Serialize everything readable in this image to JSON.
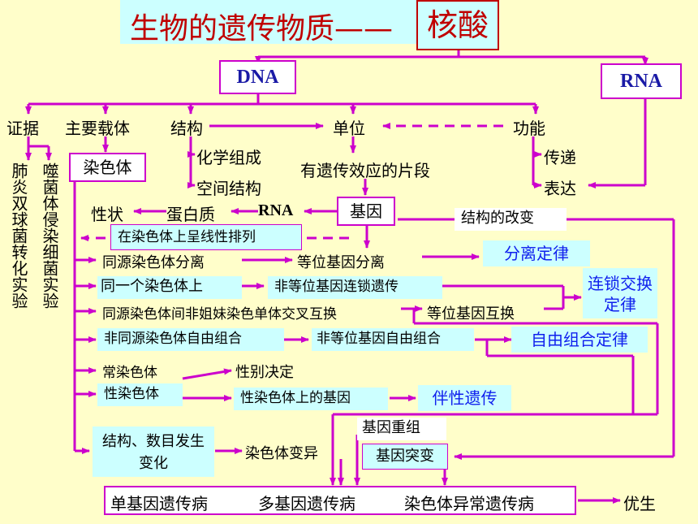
{
  "title": {
    "main": "生物的遗传物质——",
    "boxed": "核酸"
  },
  "top": {
    "dna": "DNA",
    "rna": "RNA"
  },
  "branches": {
    "evidence": "证据",
    "carrier": "主要载体",
    "structure": "结构",
    "unit": "单位",
    "function": "功能"
  },
  "evidence_items": {
    "left": "肺炎双球菌转化实验",
    "right": "噬菌体侵染细菌实验"
  },
  "chromosome": "染色体",
  "structure_items": {
    "composition": "化学组成",
    "spatial": "空间结构"
  },
  "unit_def": "有遗传效应的片段",
  "function_items": {
    "transmit": "传递",
    "express": "表达"
  },
  "gene_chain": {
    "trait": "性状",
    "protein": "蛋白质",
    "rna": "RNA",
    "gene": "基因"
  },
  "linear": "在染色体上呈线性排列",
  "structural_change": "结构的改变",
  "rows": {
    "homologous_sep": "同源染色体分离",
    "allele_sep": "等位基因分离",
    "law_sep": "分离定律",
    "same_chrom": "同一个染色体上",
    "linkage": "非等位基因连锁遗传",
    "law_linkage": "连锁交换定律",
    "crossover": "同源染色体间非姐妹染色单体交叉互换",
    "allele_exchange": "等位基因互换",
    "nonhomologous": "非同源染色体自由组合",
    "free_comb": "非等位基因自由组合",
    "law_free": "自由组合定律",
    "autosome": "常染色体",
    "sex_determination": "性别决定",
    "sex_chrom": "性染色体",
    "sex_gene": "性染色体上的基因",
    "sex_linked": "伴性遗传",
    "recombination": "基因重组",
    "struct_num": "结构、数目发生变化",
    "chrom_variation": "染色体变异",
    "mutation": "基因突变"
  },
  "diseases": {
    "single": "单基因遗传病",
    "multi": "多基因遗传病",
    "chromosomal": "染色体异常遗传病"
  },
  "eugenics": "优生",
  "colors": {
    "background": "#fffeca",
    "accent": "#cc00cc",
    "label_bg": "#ccffff",
    "title_red": "#c00000",
    "law_blue": "#1020ee",
    "dna_blue": "#1a1aa6"
  }
}
